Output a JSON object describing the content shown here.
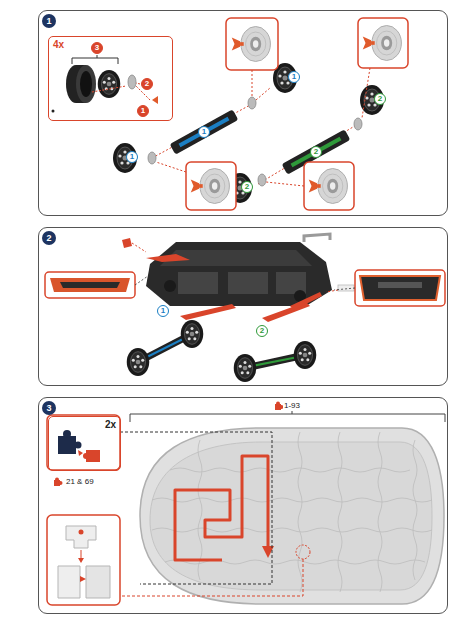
{
  "diagram": {
    "nodes": [
      {
        "text": [
          "1"
        ]
      },
      {
        "text": [
          "4x"
        ],
        "in": 0
      },
      {
        "text": [
          "2"
        ]
      },
      {
        "text": [
          "3"
        ]
      },
      {
        "text": [
          "2x"
        ],
        "in": 3
      }
    ],
    "labels": [
      "3",
      "2",
      "1",
      "1",
      "1",
      "1",
      "2",
      "2",
      "2",
      "1",
      "2",
      "1-93",
      "21 & 69"
    ]
  }
}
